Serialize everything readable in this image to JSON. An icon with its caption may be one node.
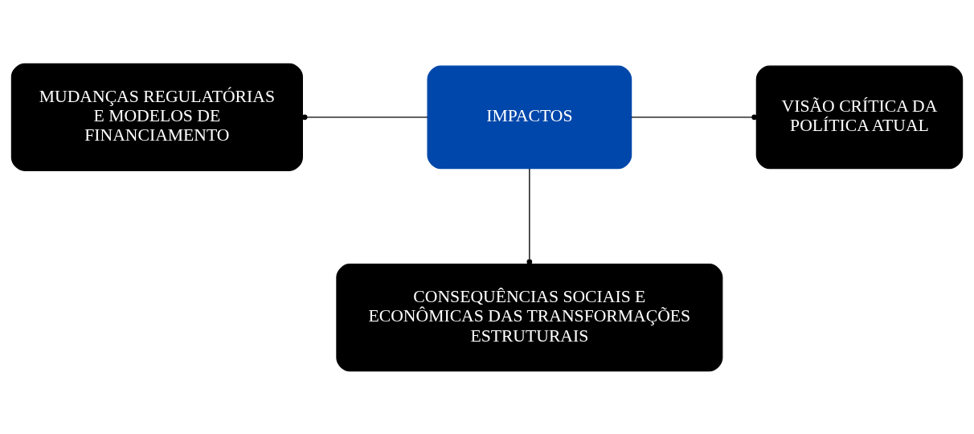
{
  "diagram": {
    "nodes": [
      {
        "text": [
          "MUDANÇAS REGULATÓRIAS E MODELOS DE FINANCIAMENTO"
        ]
      },
      {
        "text": [
          "IMPACTOS"
        ]
      },
      {
        "text": [
          "VISÃO CRÍTICA DA POLÍTICA ATUAL"
        ]
      },
      {
        "text": [
          "CONSEQUÊNCIAS SOCIAIS E ECONÔMICAS DAS TRANSFORMAÇÕES ESTRUTURAIS"
        ]
      }
    ],
    "edges": [
      {
        "from": 1,
        "to": 0,
        "arrow": "other"
      },
      {
        "from": 1,
        "to": 2,
        "arrow": "other"
      },
      {
        "from": 1,
        "to": 3,
        "arrow": "other"
      }
    ]
  }
}
